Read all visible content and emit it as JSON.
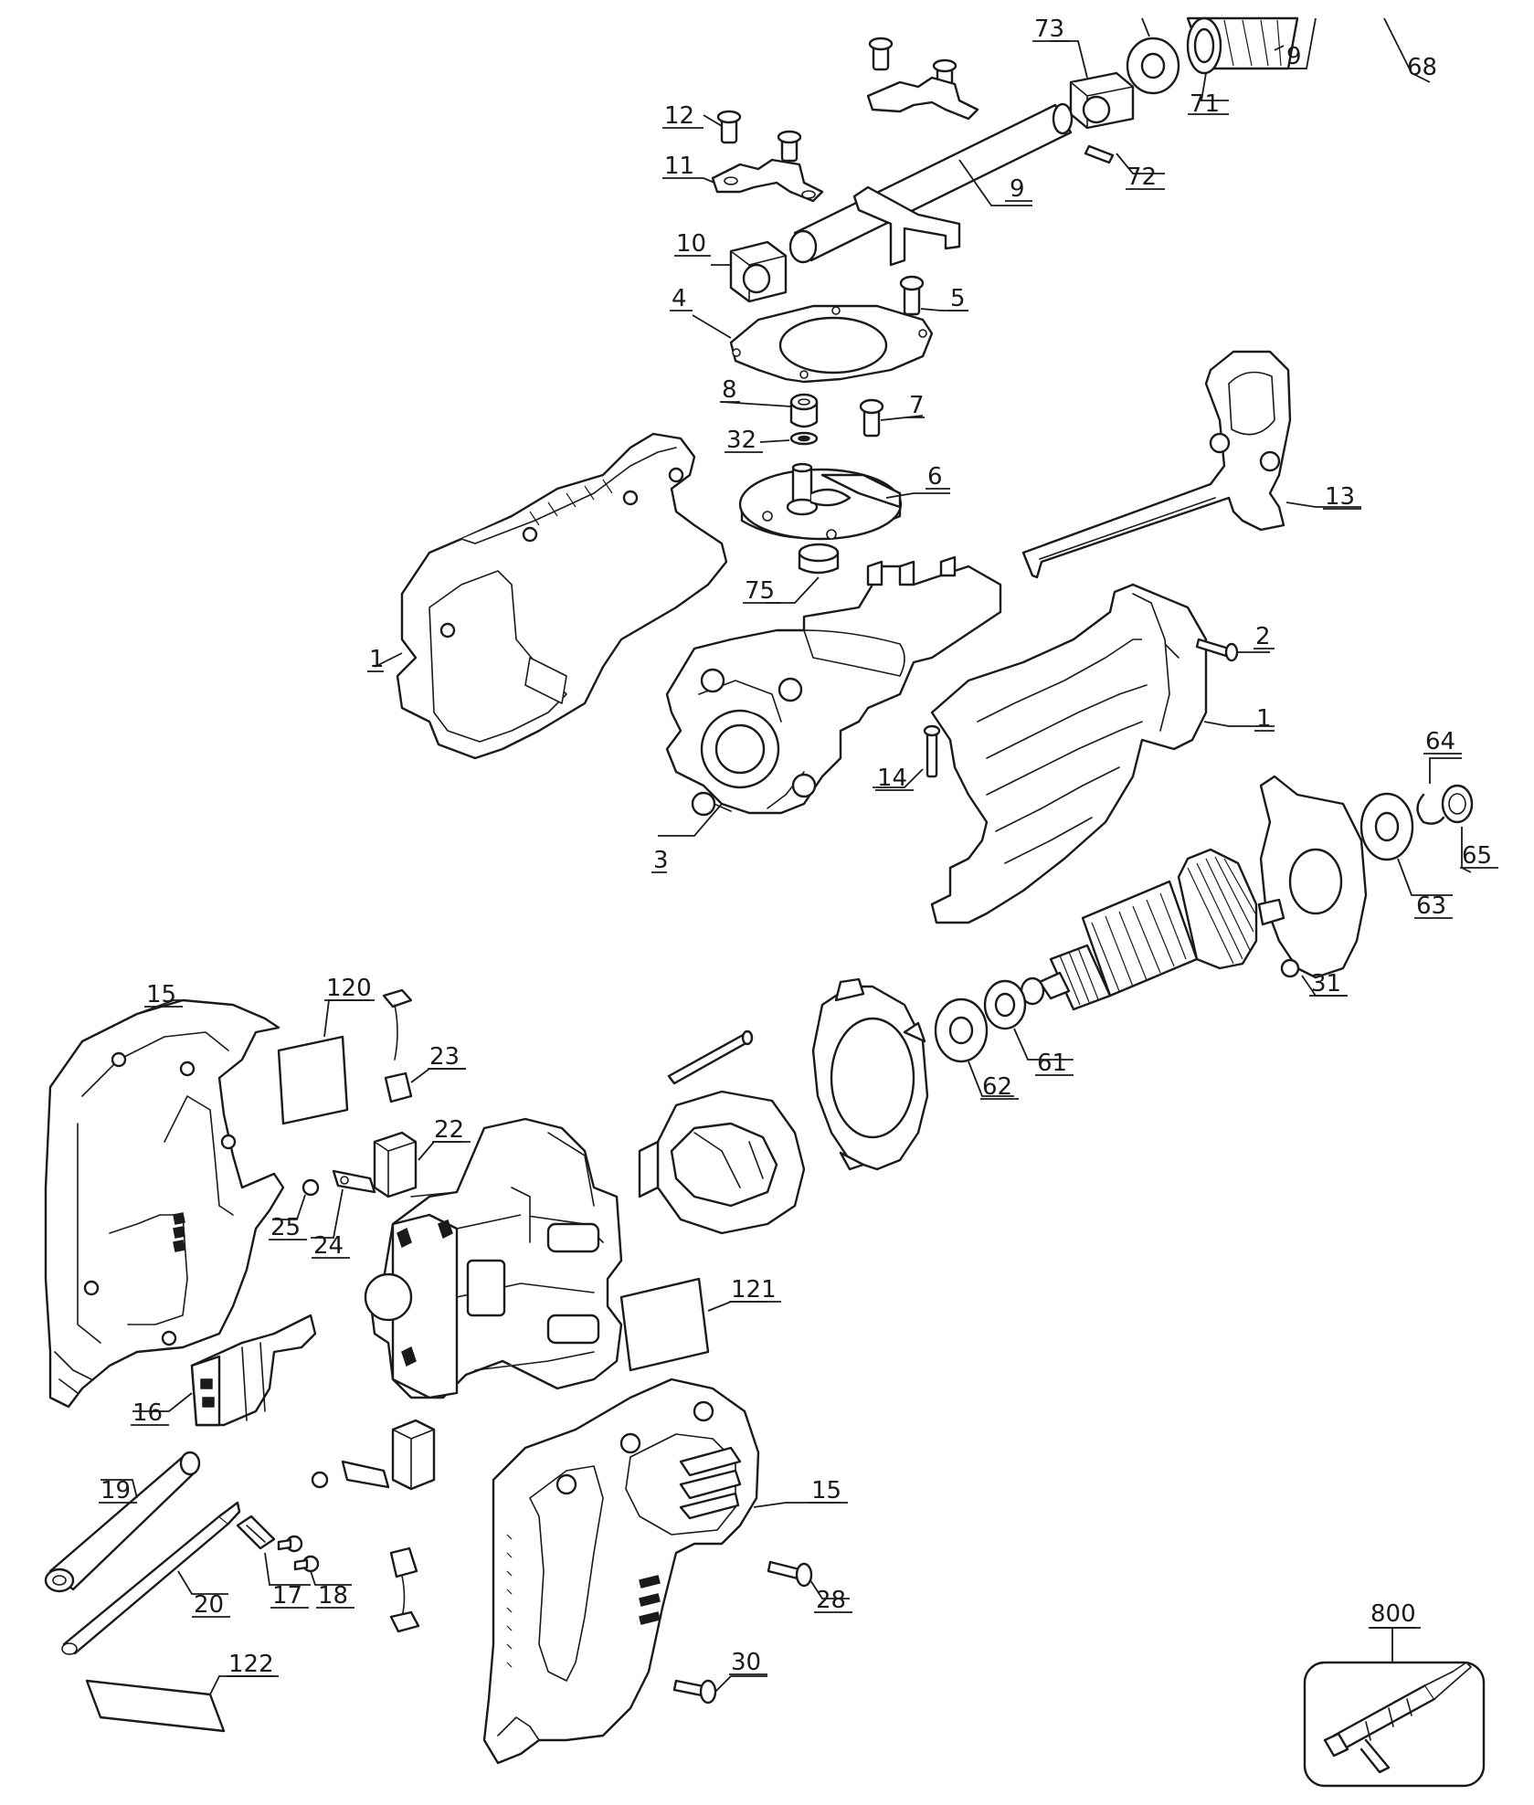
{
  "diagram": {
    "part_numbers": [
      "1",
      "2",
      "3",
      "4",
      "5",
      "6",
      "7",
      "8",
      "9",
      "10",
      "11",
      "12",
      "13",
      "14",
      "15",
      "16",
      "17",
      "18",
      "19",
      "20",
      "22",
      "23",
      "24",
      "25",
      "28",
      "30",
      "31",
      "32",
      "61",
      "62",
      "63",
      "64",
      "65",
      "68",
      "71",
      "72",
      "73",
      "75",
      "120",
      "121",
      "122",
      "800"
    ]
  },
  "callouts": [
    {
      "id": "c68",
      "text": "68"
    },
    {
      "id": "c73",
      "text": "73"
    },
    {
      "id": "c9a",
      "text": "9"
    },
    {
      "id": "c71",
      "text": "71"
    },
    {
      "id": "c72",
      "text": "72"
    },
    {
      "id": "c12",
      "text": "12"
    },
    {
      "id": "c11",
      "text": "11"
    },
    {
      "id": "c9b",
      "text": "9"
    },
    {
      "id": "c10",
      "text": "10"
    },
    {
      "id": "c5",
      "text": "5"
    },
    {
      "id": "c4",
      "text": "4"
    },
    {
      "id": "c8",
      "text": "8"
    },
    {
      "id": "c7",
      "text": "7"
    },
    {
      "id": "c32",
      "text": "32"
    },
    {
      "id": "c6",
      "text": "6"
    },
    {
      "id": "c13",
      "text": "13"
    },
    {
      "id": "c75",
      "text": "75"
    },
    {
      "id": "c2",
      "text": "2"
    },
    {
      "id": "c1a",
      "text": "1"
    },
    {
      "id": "c1b",
      "text": "1"
    },
    {
      "id": "c64",
      "text": "64"
    },
    {
      "id": "c14",
      "text": "14"
    },
    {
      "id": "c3",
      "text": "3"
    },
    {
      "id": "c65",
      "text": "65"
    },
    {
      "id": "c63",
      "text": "63"
    },
    {
      "id": "c31",
      "text": "31"
    },
    {
      "id": "c15a",
      "text": "15"
    },
    {
      "id": "c120",
      "text": "120"
    },
    {
      "id": "c23",
      "text": "23"
    },
    {
      "id": "c61",
      "text": "61"
    },
    {
      "id": "c62",
      "text": "62"
    },
    {
      "id": "c22",
      "text": "22"
    },
    {
      "id": "c25",
      "text": "25"
    },
    {
      "id": "c24",
      "text": "24"
    },
    {
      "id": "c121",
      "text": "121"
    },
    {
      "id": "c16",
      "text": "16"
    },
    {
      "id": "c15b",
      "text": "15"
    },
    {
      "id": "c19",
      "text": "19"
    },
    {
      "id": "c17",
      "text": "17"
    },
    {
      "id": "c18",
      "text": "18"
    },
    {
      "id": "c20",
      "text": "20"
    },
    {
      "id": "c28",
      "text": "28"
    },
    {
      "id": "c800",
      "text": "800"
    },
    {
      "id": "c122",
      "text": "122"
    },
    {
      "id": "c30",
      "text": "30"
    }
  ]
}
